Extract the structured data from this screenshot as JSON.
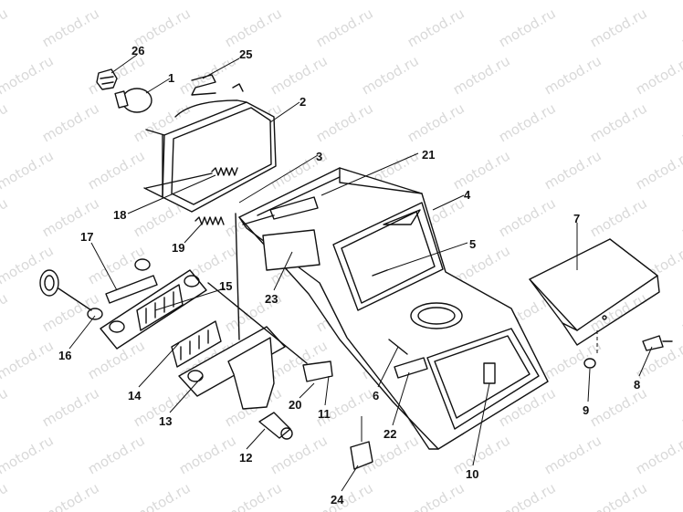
{
  "watermark": "motod.ru",
  "callouts": [
    {
      "id": "c26",
      "text": "26"
    },
    {
      "id": "c1",
      "text": "1"
    },
    {
      "id": "c25",
      "text": "25"
    },
    {
      "id": "c2",
      "text": "2"
    },
    {
      "id": "c3",
      "text": "3"
    },
    {
      "id": "c21",
      "text": "21"
    },
    {
      "id": "c4",
      "text": "4"
    },
    {
      "id": "c5",
      "text": "5"
    },
    {
      "id": "c7",
      "text": "7"
    },
    {
      "id": "c18",
      "text": "18"
    },
    {
      "id": "c19",
      "text": "19"
    },
    {
      "id": "c17",
      "text": "17"
    },
    {
      "id": "c15",
      "text": "15"
    },
    {
      "id": "c16",
      "text": "16"
    },
    {
      "id": "c23",
      "text": "23"
    },
    {
      "id": "c14",
      "text": "14"
    },
    {
      "id": "c13",
      "text": "13"
    },
    {
      "id": "c20",
      "text": "20"
    },
    {
      "id": "c11",
      "text": "11"
    },
    {
      "id": "c6",
      "text": "6"
    },
    {
      "id": "c22",
      "text": "22"
    },
    {
      "id": "c12",
      "text": "12"
    },
    {
      "id": "c10",
      "text": "10"
    },
    {
      "id": "c24",
      "text": "24"
    },
    {
      "id": "c9",
      "text": "9"
    },
    {
      "id": "c8",
      "text": "8"
    }
  ]
}
